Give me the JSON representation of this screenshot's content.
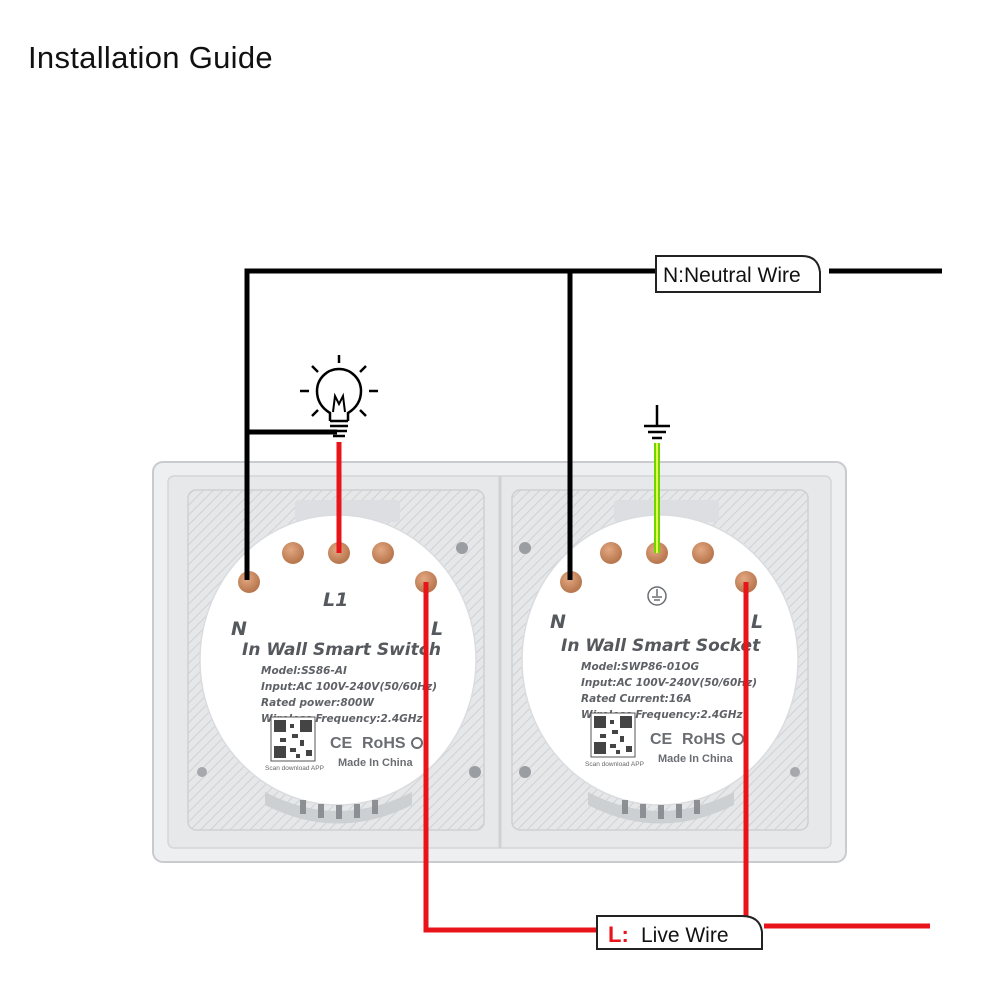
{
  "title": "Installation Guide",
  "wires": {
    "neutral_label": "N:Neutral Wire",
    "live_letter": "L:",
    "live_text": "Live Wire"
  },
  "colors": {
    "neutral_wire": "#000000",
    "live_wire": "#e8141a",
    "earth_wire_outer": "#7be000",
    "earth_wire_inner": "#e8ff4a",
    "panel": "#e9eaec",
    "module": "#ffffff",
    "terminal": "#c88a62"
  },
  "switch": {
    "terminal_center": "L1",
    "n_label": "N",
    "l_label": "L",
    "name": "In Wall Smart Switch",
    "model": "Model:SS86-AI",
    "input": "Input:AC 100V-240V(50/60Hz)",
    "rating": "Rated power:800W",
    "freq": "Wireless Frequency:2.4GHz",
    "scan": "Scan download APP",
    "ce": "CE",
    "rohs": "RoHS",
    "made": "Made In China"
  },
  "socket": {
    "n_label": "N",
    "l_label": "L",
    "name": "In Wall Smart Socket",
    "model": "Model:SWP86-01OG",
    "input": "Input:AC 100V-240V(50/60Hz)",
    "rating": "Rated Current:16A",
    "freq": "Wireless Frequency:2.4GHz",
    "scan": "Scan download APP",
    "ce": "CE",
    "rohs": "RoHS",
    "made": "Made In China"
  }
}
